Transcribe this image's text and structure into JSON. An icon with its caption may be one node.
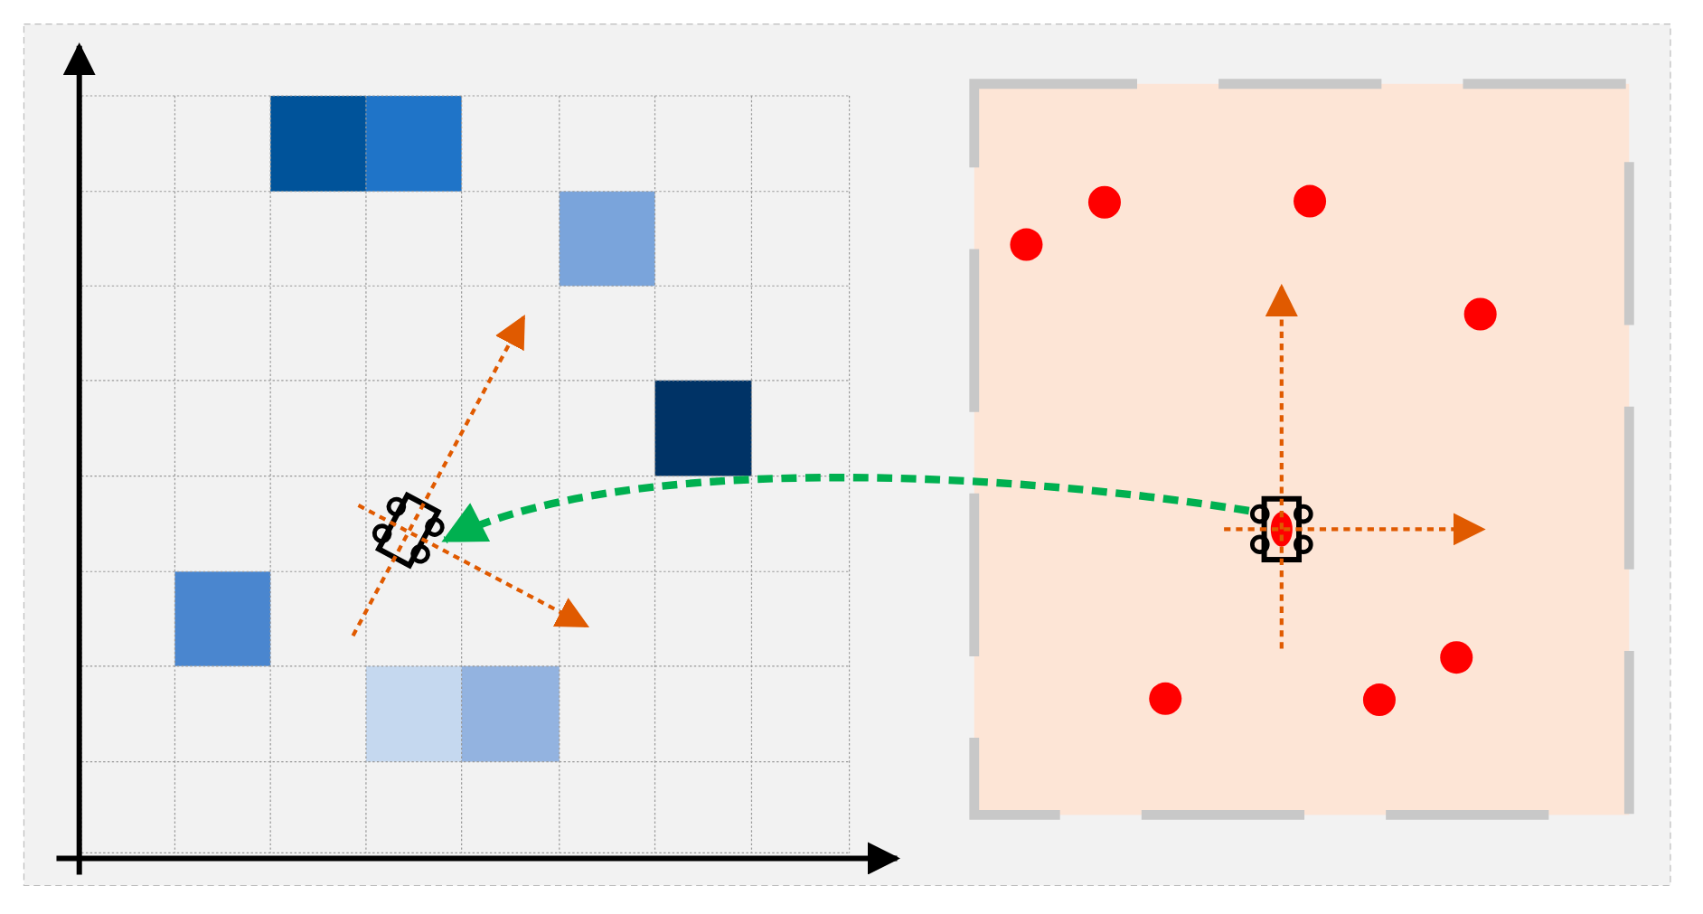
{
  "diagram": {
    "nodes": [
      {
        "text": [],
        "shape": "box"
      },
      {
        "text": [],
        "shape": "box"
      }
    ],
    "edges": [
      {
        "from": 1,
        "to": 0,
        "arrow": "to",
        "style": "dashed",
        "color": "#00b050"
      }
    ]
  }
}
